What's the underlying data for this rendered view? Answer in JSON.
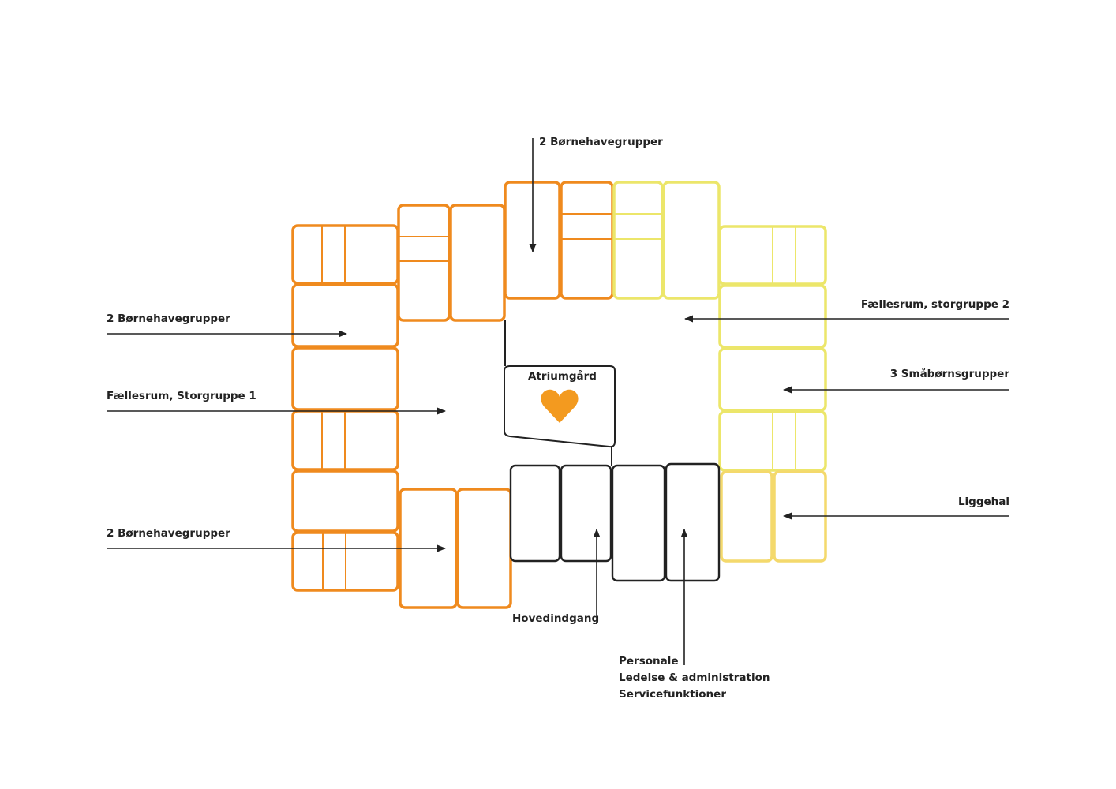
{
  "colors": {
    "kindergarten": "#EF8A1E",
    "nursery": "#ECE66A",
    "rest_hall": "#F4D96C",
    "service": "#222222",
    "heart": "#F39A1F"
  },
  "labels": {
    "top_group": "2 Børnehavegrupper",
    "left_top_group": "2 Børnehavegrupper",
    "common_room_1": "Fællesrum, Storgruppe 1",
    "left_bottom_group": "2 Børnehavegrupper",
    "common_room_2": "Fællesrum, storgruppe 2",
    "nursery_groups": "3 Småbørnsgrupper",
    "rest_hall": "Liggehal",
    "main_entrance": "Hovedindgang",
    "staff": [
      "Personale",
      "Ledelse & administration",
      "Servicefunktioner"
    ],
    "atrium": "Atriumgård"
  }
}
